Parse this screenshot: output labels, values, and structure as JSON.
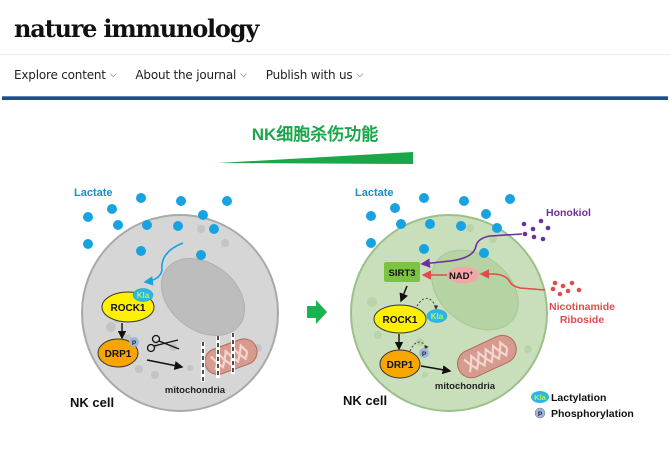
{
  "header": {
    "journal_name": "nature immunology",
    "nav": [
      {
        "label": "Explore content",
        "icon": "chevron-down-icon"
      },
      {
        "label": "About the journal",
        "icon": "chevron-down-icon"
      },
      {
        "label": "Publish with us",
        "icon": "chevron-down-icon"
      }
    ]
  },
  "figure": {
    "title": "NK细胞杀伤功能",
    "colors": {
      "title_green": "#19a74a",
      "lactate_blue": "#17a3e0",
      "honokiol_purple": "#6d2f9b",
      "nr_red": "#e34b4b",
      "cell_gray": "#d6d6d6",
      "cell_green": "#c9dfbb",
      "rock1_yellow": "#ffef00",
      "drp1_orange": "#f7a600",
      "sirt3_green": "#7cc342",
      "nad_pink": "#f4a6a6"
    },
    "left_panel": {
      "lactate_label": "Lactate",
      "rock1": "ROCK1",
      "kla": "Kla",
      "drp1": "DRP1",
      "p": "P",
      "mitochondria": "mitochondria",
      "cell_label": "NK cell"
    },
    "right_panel": {
      "lactate_label": "Lactate",
      "honokiol": "Honokiol",
      "sirt3": "SIRT3",
      "nad": "NAD",
      "nad_sup": "+",
      "nr_line1": "Nicotinamide",
      "nr_line2": "Riboside",
      "rock1": "ROCK1",
      "kla": "Kla",
      "drp1": "DRP1",
      "p": "P",
      "mitochondria": "mitochondria",
      "cell_label": "NK cell"
    },
    "legend": [
      {
        "badge": "Kla",
        "label": "Lactylation"
      },
      {
        "badge": "P",
        "label": "Phosphorylation"
      }
    ]
  }
}
